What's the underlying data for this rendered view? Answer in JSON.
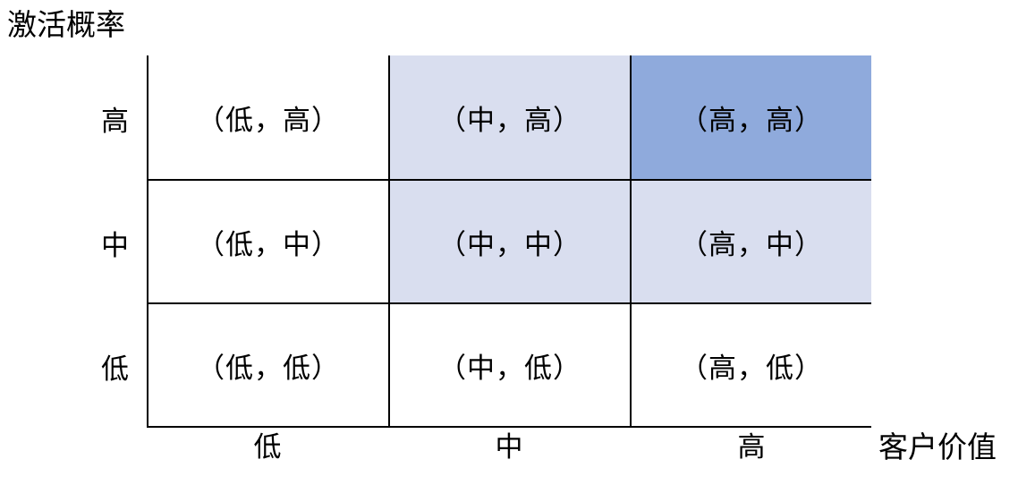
{
  "chart_data": {
    "type": "heatmap",
    "title": "",
    "xlabel": "客户价值",
    "ylabel": "激活概率",
    "x_categories": [
      "低",
      "中",
      "高"
    ],
    "y_categories": [
      "高",
      "中",
      "低"
    ],
    "legend_position": "none",
    "grid": true,
    "colors": {
      "highlight_strong": "#8FAADC",
      "highlight_light": "#D9DEEF",
      "plain": "#FFFFFF",
      "line": "#000000",
      "text": "#000000"
    },
    "rows": [
      {
        "tick": "高",
        "cells": [
          {
            "label": "（低，高）",
            "value": "low-high",
            "bg": "#FFFFFF"
          },
          {
            "label": "（中，高）",
            "value": "mid-high",
            "bg": "#D9DEEF"
          },
          {
            "label": "（高，高）",
            "value": "high-high",
            "bg": "#8FAADC"
          }
        ]
      },
      {
        "tick": "中",
        "cells": [
          {
            "label": "（低，中）",
            "value": "low-mid",
            "bg": "#FFFFFF"
          },
          {
            "label": "（中，中）",
            "value": "mid-mid",
            "bg": "#D9DEEF"
          },
          {
            "label": "（高，中）",
            "value": "high-mid",
            "bg": "#D9DEEF"
          }
        ]
      },
      {
        "tick": "低",
        "cells": [
          {
            "label": "（低，低）",
            "value": "low-low",
            "bg": "#FFFFFF"
          },
          {
            "label": "（中，低）",
            "value": "mid-low",
            "bg": "#FFFFFF"
          },
          {
            "label": "（高，低）",
            "value": "high-low",
            "bg": "#FFFFFF"
          }
        ]
      }
    ]
  }
}
